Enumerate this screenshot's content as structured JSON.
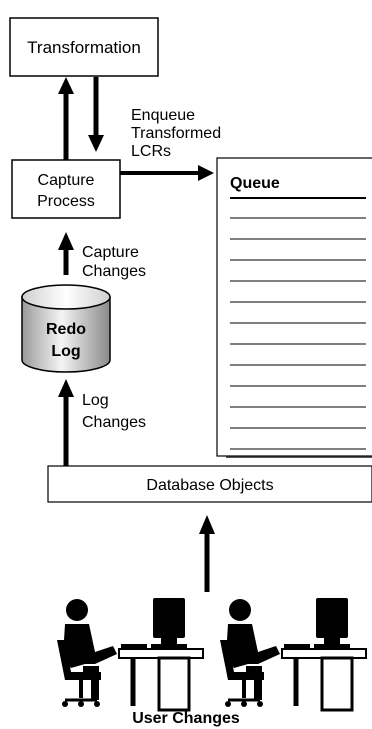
{
  "nodes": {
    "transformation": "Transformation",
    "capture_process": [
      "Capture",
      "Process"
    ],
    "queue": "Queue",
    "redo_log": [
      "Redo",
      "Log"
    ],
    "database_objects": "Database Objects",
    "user_changes": "User Changes"
  },
  "edges": {
    "enqueue": [
      "Enqueue",
      "Transformed",
      "LCRs"
    ],
    "capture_changes": [
      "Capture",
      "Changes"
    ],
    "log_changes": [
      "Log",
      "Changes"
    ]
  },
  "queue_entries": 13,
  "users": [
    "user-1",
    "user-2"
  ]
}
